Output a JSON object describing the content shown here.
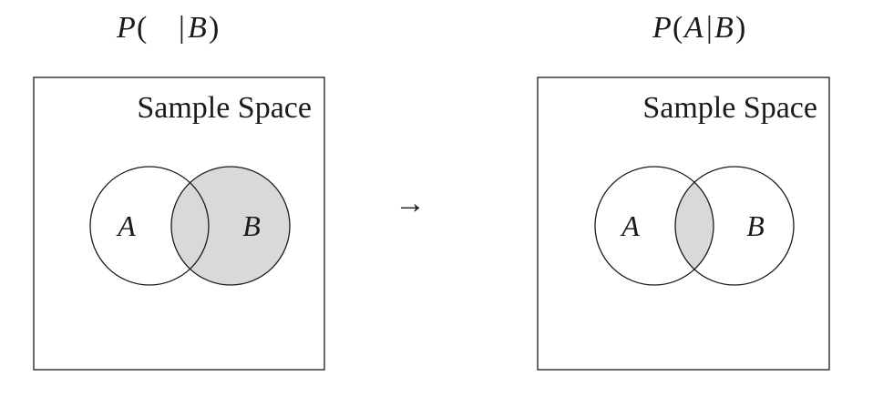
{
  "colors": {
    "stroke": "#1a1a1a",
    "shade": "#d9d9d9",
    "background": "#ffffff"
  },
  "left_panel": {
    "title": {
      "p": "P",
      "open_paren": "(",
      "bar": "|",
      "given": "B",
      "close_paren": ")"
    },
    "box_label": "Sample Space",
    "circle_a_label": "A",
    "circle_b_label": "B",
    "shaded_region": "B"
  },
  "arrow": "→",
  "right_panel": {
    "title": {
      "p": "P",
      "open_paren": "(",
      "event": "A",
      "bar": "|",
      "given": "B",
      "close_paren": ")"
    },
    "box_label": "Sample Space",
    "circle_a_label": "A",
    "circle_b_label": "B",
    "shaded_region": "A∩B"
  }
}
